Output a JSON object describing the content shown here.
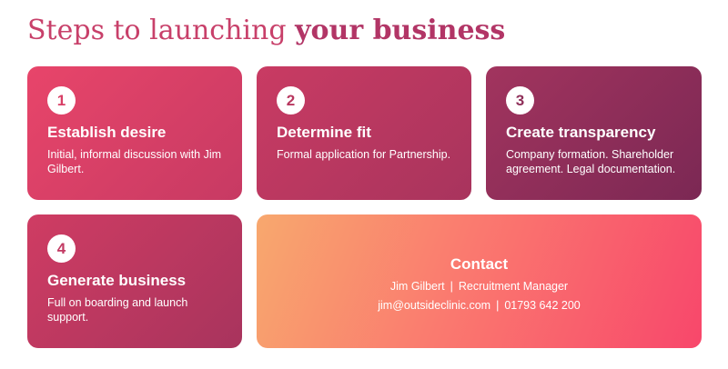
{
  "title": {
    "prefix": "Steps to launching ",
    "emphasis": "your business"
  },
  "steps": [
    {
      "number": "1",
      "title": "Establish desire",
      "description": "Initial, informal discussion with Jim Gilbert."
    },
    {
      "number": "2",
      "title": "Determine fit",
      "description": "Formal application for Partnership."
    },
    {
      "number": "3",
      "title": "Create transparency",
      "description": "Company formation. Shareholder agreement. Legal documentation."
    },
    {
      "number": "4",
      "title": "Generate business",
      "description": "Full on boarding and launch support."
    }
  ],
  "contact": {
    "title": "Contact",
    "name": "Jim Gilbert",
    "role": "Recruitment Manager",
    "email": "jim@outsideclinic.com",
    "phone": "01793 642 200",
    "separator": "|"
  },
  "colors": {
    "heading": "#c8406a",
    "card_1": "#e8456a",
    "card_2": "#c93b63",
    "card_3": "#7b2854",
    "card_4": "#cf3c63",
    "contact_start": "#f8a86e",
    "contact_end": "#f8476b"
  }
}
